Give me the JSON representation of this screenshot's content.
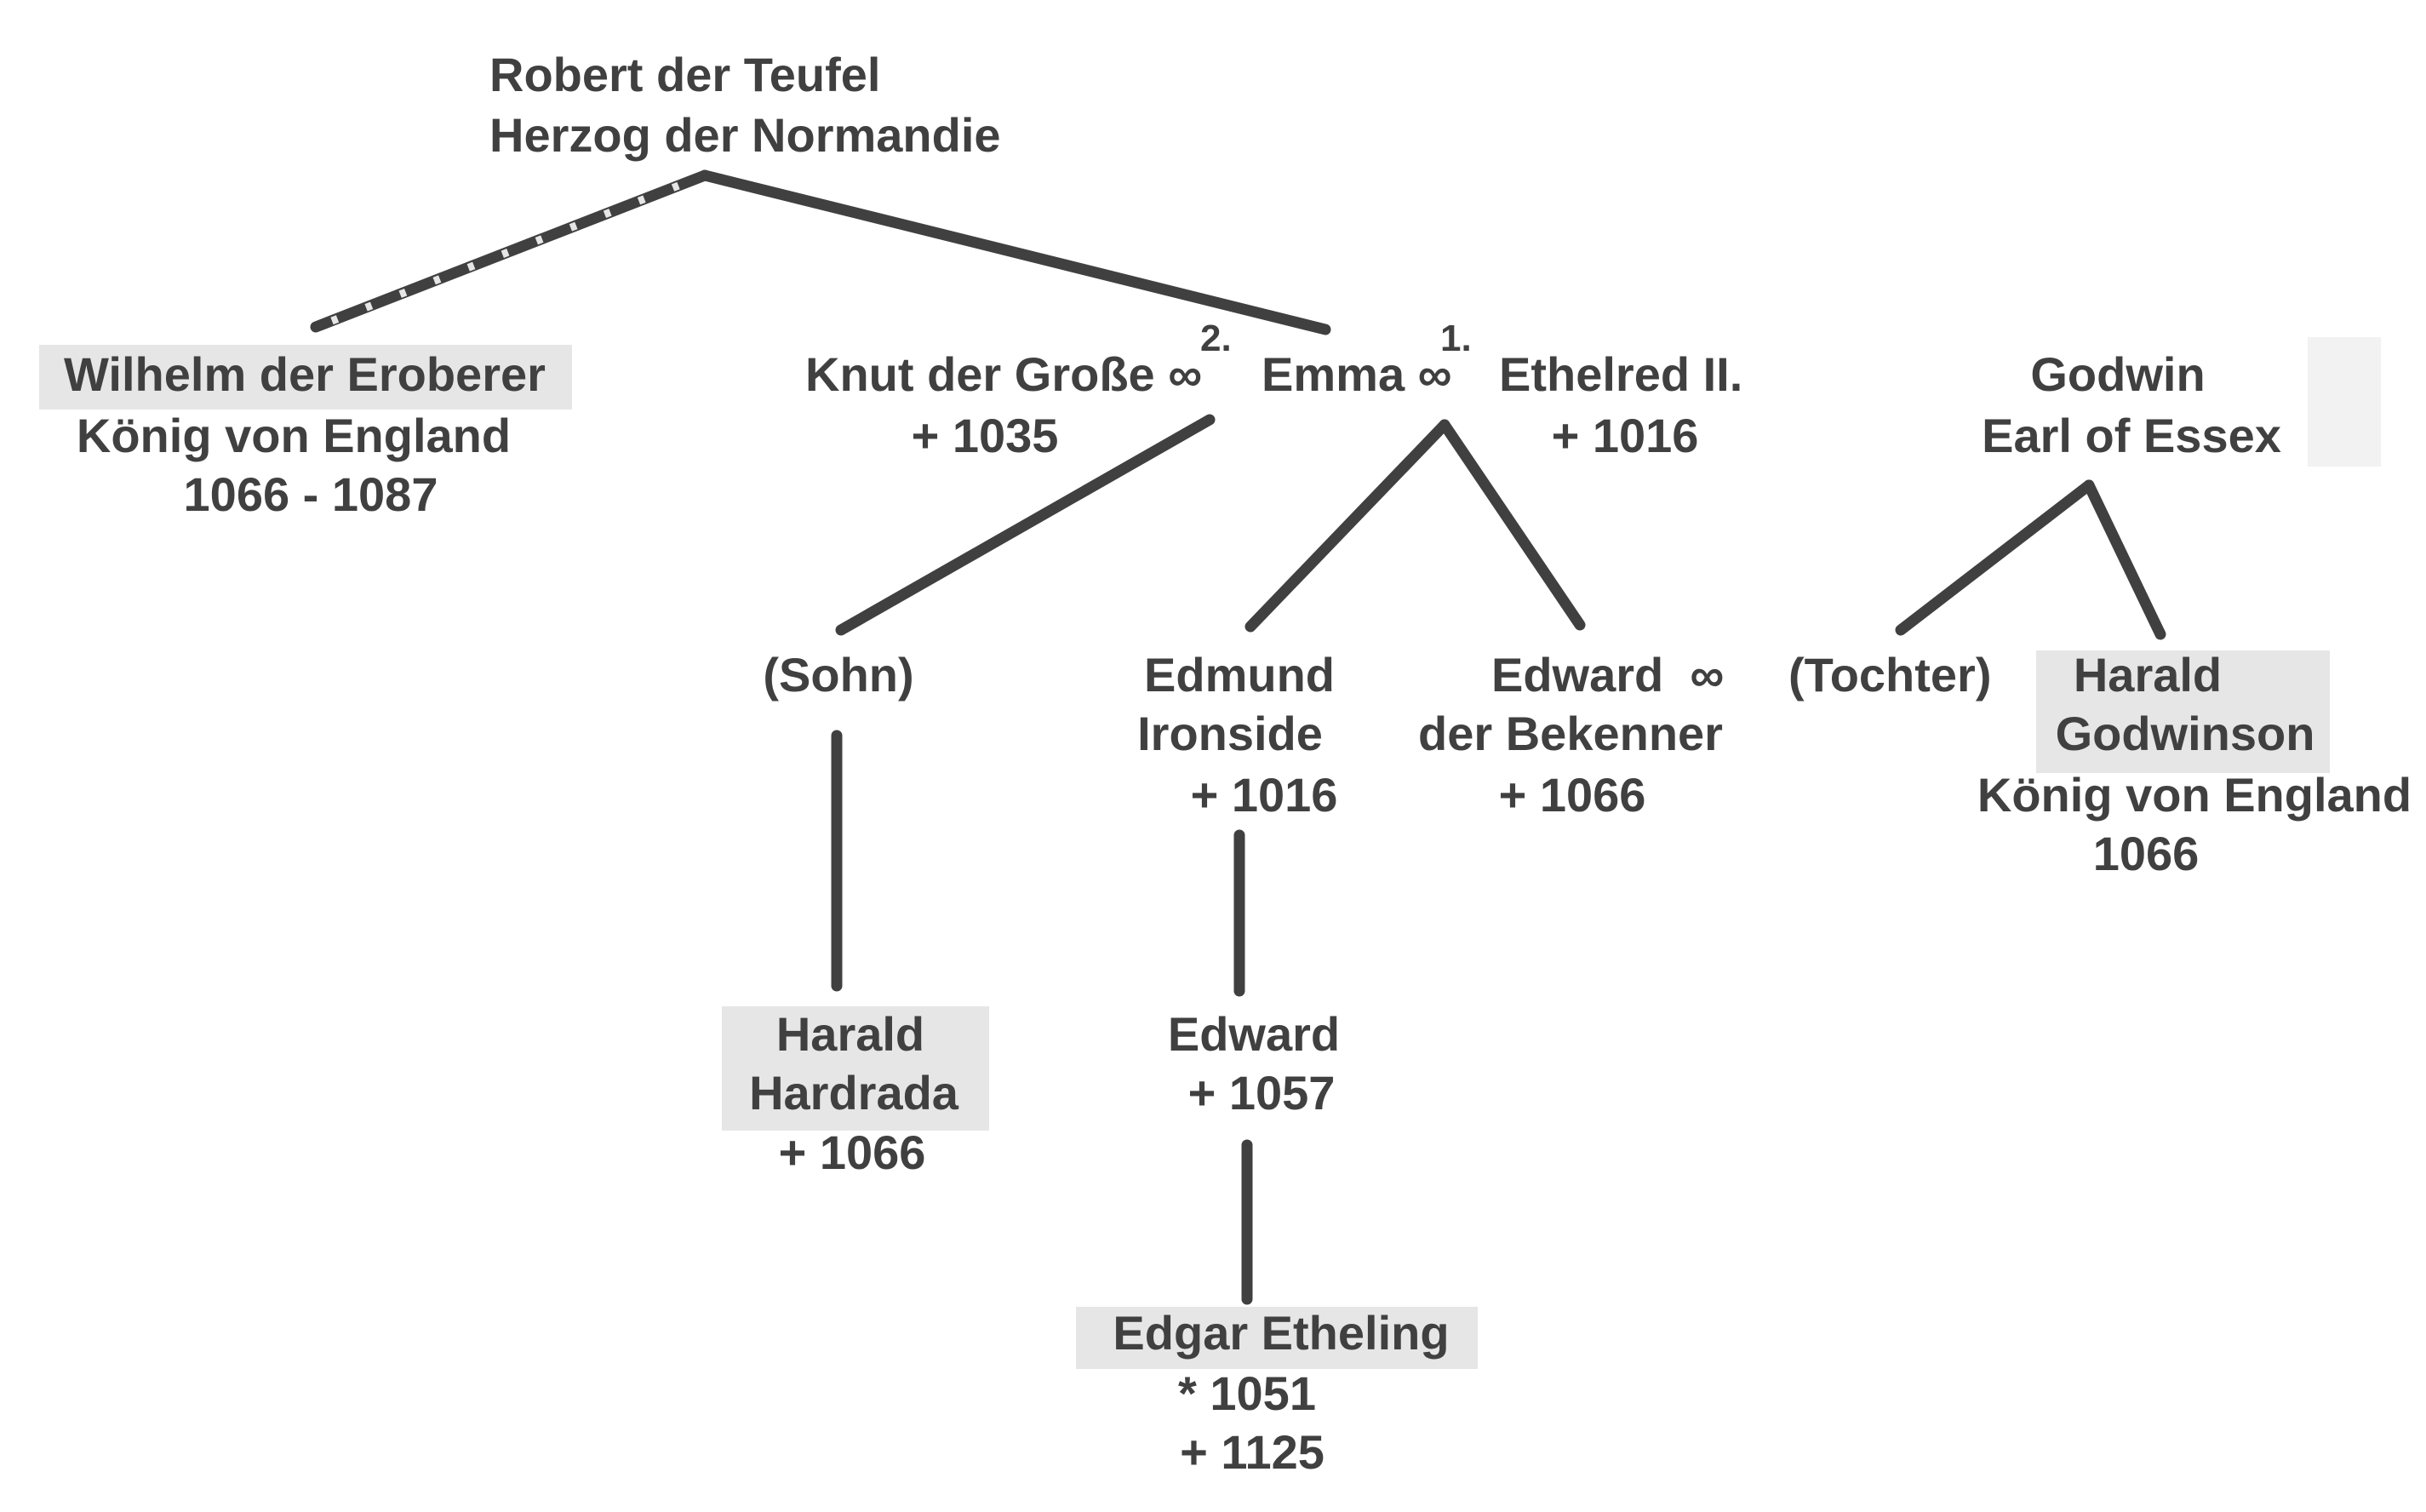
{
  "colors": {
    "line": "#404040",
    "text": "#404040",
    "highlight": "#e6e6e6"
  },
  "robert": {
    "name": "Robert der Teufel",
    "title": "Herzog der Normandie"
  },
  "wilhelm": {
    "name": "Wilhelm der Eroberer",
    "title": "König von England",
    "years": "1066 - 1087"
  },
  "couple": {
    "knut": "Knut der Große ∞",
    "knut_order": "2.",
    "knut_death": "+ 1035",
    "emma": "Emma ∞",
    "ethelred_order": "1.",
    "ethelred": "Ethelred II.",
    "ethelred_death": "+ 1016"
  },
  "godwin": {
    "name": "Godwin",
    "title": "Earl of Essex"
  },
  "sohn": {
    "name": "(Sohn)"
  },
  "edmund": {
    "name1": "Edmund",
    "name2": "Ironside",
    "death": "+ 1016"
  },
  "edward_confessor": {
    "name1": "Edward  ∞",
    "name2": "der Bekenner",
    "death": "+ 1066"
  },
  "tochter": {
    "name": "(Tochter)"
  },
  "harald_godwinson": {
    "name1": "Harald",
    "name2": "Godwinson",
    "title": "König von England",
    "year": "1066"
  },
  "harald_hardrada": {
    "name1": "Harald",
    "name2": "Hardrada",
    "death": "+ 1066"
  },
  "edward_exile": {
    "name": "Edward",
    "death": "+ 1057"
  },
  "edgar": {
    "name": "Edgar Etheling",
    "birth": "* 1051",
    "death": "+ 1125"
  }
}
